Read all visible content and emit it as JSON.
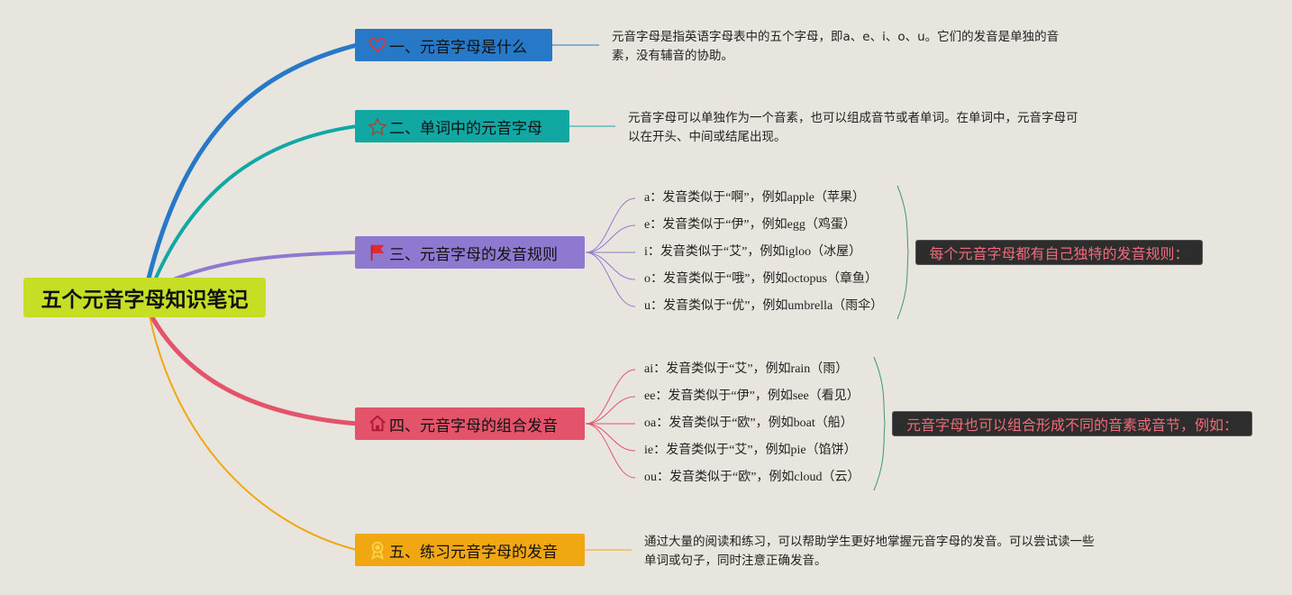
{
  "root": {
    "title": "五个元音字母知识笔记"
  },
  "colors": {
    "background": "#e8e5de",
    "root": "#c6df24",
    "branch1": "#2779c8",
    "branch2": "#11a8a4",
    "branch3": "#8f79d0",
    "branch4": "#e3536a",
    "branch5": "#f0a712",
    "summary_text": "#f06b7a"
  },
  "topics": [
    {
      "title": "一、元音字母是什么",
      "icon": "heart-icon",
      "desc": "元音字母是指英语字母表中的五个字母，即a、e、i、o、u。它们的发音是单独的音素，没有辅音的协助。"
    },
    {
      "title": "二、单词中的元音字母",
      "icon": "star-icon",
      "desc": "元音字母可以单独作为一个音素，也可以组成音节或者单词。在单词中，元音字母可以在开头、中间或结尾出现。"
    },
    {
      "title": "三、元音字母的发音规则",
      "icon": "flag-icon",
      "summary": "每个元音字母都有自己独特的发音规则：",
      "items": [
        "a：发音类似于“啊”，例如apple（苹果）",
        "e：发音类似于“伊”，例如egg（鸡蛋）",
        "i：发音类似于“艾”，例如igloo（冰屋）",
        "o：发音类似于“哦”，例如octopus（章鱼）",
        "u：发音类似于“优”，例如umbrella（雨伞）"
      ]
    },
    {
      "title": "四、元音字母的组合发音",
      "icon": "home-icon",
      "summary": "元音字母也可以组合形成不同的音素或音节，例如：",
      "items": [
        "ai：发音类似于“艾”，例如rain（雨）",
        "ee：发音类似于“伊”，例如see（看见）",
        "oa：发音类似于“欧”，例如boat（船）",
        "ie：发音类似于“艾”，例如pie（馅饼）",
        "ou：发音类似于“欧”，例如cloud（云）"
      ]
    },
    {
      "title": "五、练习元音字母的发音",
      "icon": "award-icon",
      "desc": "通过大量的阅读和练习，可以帮助学生更好地掌握元音字母的发音。可以尝试读一些单词或句子，同时注意正确发音。"
    }
  ]
}
